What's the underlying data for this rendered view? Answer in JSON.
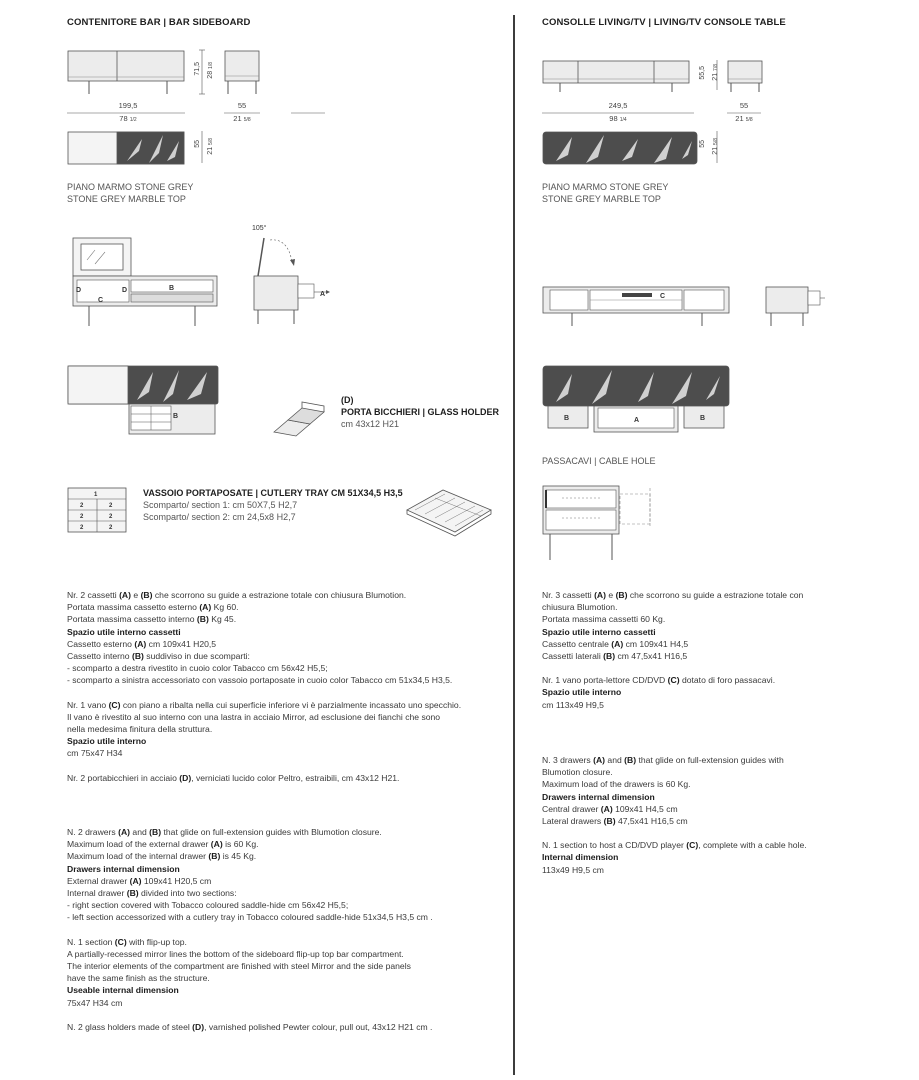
{
  "left": {
    "title": "CONTENITORE BAR | BAR SIDEBOARD",
    "dims": {
      "width_cm": "199,5",
      "width_in": "78",
      "width_in_frac": "1/2",
      "depth_cm": "55",
      "depth_in": "21",
      "depth_in_frac": "5/8",
      "height_cm": "71,5",
      "height_in": "28",
      "height_in_frac": "1/8",
      "top_depth_cm": "55",
      "top_depth_in": "21",
      "top_depth_in_frac": "5/8"
    },
    "marble_caption": [
      "PIANO MARMO STONE GREY",
      "STONE GREY MARBLE TOP"
    ],
    "angle": "105°",
    "labels": {
      "a": "A",
      "b": "B",
      "c": "C",
      "d": "D"
    },
    "glass_holder": {
      "code": "(D)",
      "title": "PORTA BICCHIERI | GLASS HOLDER",
      "size": "cm 43x12 H21"
    },
    "tray": {
      "title": "VASSOIO PORTAPOSATE | CUTLERY TRAY CM 51X34,5 H3,5",
      "line1": "Scomparto/ section 1: cm 50X7,5 H2,7",
      "line2": "Scomparto/ section 2: cm 24,5x8 H2,7",
      "grid_top": "1",
      "grid_cell": "2"
    },
    "it": {
      "p1a": "Nr. 2 cassetti ",
      "p1a_c1": "(A)",
      "p1a_mid": " e ",
      "p1a_c2": "(B)",
      "p1a_end": " che scorrono su guide a estrazione totale con chiusura Blumotion.",
      "p1b": "Portata massima cassetto esterno ",
      "p1b_c": "(A)",
      "p1b_end": " Kg 60.",
      "p1c": "Portata massima cassetto interno ",
      "p1c_c": "(B)",
      "p1c_end": " Kg 45.",
      "p1d": "Spazio utile interno cassetti",
      "p1e": "Cassetto esterno ",
      "p1e_c": "(A)",
      "p1e_end": " cm 109x41 H20,5",
      "p1f": "Cassetto interno ",
      "p1f_c": "(B)",
      "p1f_end": " suddiviso in due scomparti:",
      "p1g": "- scomparto a destra rivestito in cuoio color Tabacco cm 56x42 H5,5;",
      "p1h": "- scomparto a sinistra accessoriato con vassoio portaposate in cuoio color Tabacco cm 51x34,5 H3,5.",
      "p2a": "Nr. 1 vano ",
      "p2a_c": "(C)",
      "p2a_end": " con piano a ribalta nella cui superficie inferiore vi è parzialmente incassato uno specchio.",
      "p2b": "Il vano è rivestito al suo interno con una lastra in acciaio Mirror, ad esclusione dei fianchi che sono",
      "p2c": "nella medesima finitura della struttura.",
      "p2d": "Spazio utile interno",
      "p2e": "cm 75x47 H34",
      "p3a": "Nr. 2 portabicchieri in acciaio ",
      "p3a_c": "(D)",
      "p3a_end": ", verniciati lucido color Peltro, estraibili, cm 43x12 H21."
    },
    "en": {
      "p1a": "N. 2 drawers ",
      "p1a_c1": "(A)",
      "p1a_mid": " and ",
      "p1a_c2": "(B)",
      "p1a_end": " that glide on full-extension guides with Blumotion closure.",
      "p1b": "Maximum load of the external drawer ",
      "p1b_c": "(A)",
      "p1b_end": " is 60 Kg.",
      "p1c": "Maximum load of the internal drawer ",
      "p1c_c": "(B)",
      "p1c_end": " is 45 Kg.",
      "p1d": "Drawers internal dimension",
      "p1e": "External drawer ",
      "p1e_c": "(A)",
      "p1e_end": " 109x41 H20,5 cm",
      "p1f": "Internal drawer ",
      "p1f_c": "(B)",
      "p1f_end": " divided into two sections:",
      "p1g": "- right section covered with Tobacco coloured saddle-hide cm 56x42 H5,5;",
      "p1h": "- left section accessorized with a cutlery tray in Tobacco coloured saddle-hide 51x34,5 H3,5 cm .",
      "p2a": "N. 1 section ",
      "p2a_c": "(C)",
      "p2a_end": " with flip-up top.",
      "p2b": "A partially-recessed mirror lines the bottom of the sideboard flip-up top bar compartment.",
      "p2c": "The interior elements of the compartment are finished with steel Mirror and the side panels",
      "p2d": "have the same finish as the structure.",
      "p2e": "Useable internal dimension",
      "p2f": "75x47 H34 cm",
      "p3a": "N. 2 glass holders made of steel ",
      "p3a_c": "(D)",
      "p3a_end": ", varnished polished Pewter colour, pull out, 43x12 H21 cm ."
    }
  },
  "right": {
    "title": "CONSOLLE LIVING/TV | LIVING/TV CONSOLE TABLE",
    "dims": {
      "width_cm": "249,5",
      "width_in": "98",
      "width_in_frac": "1/4",
      "depth_cm": "55",
      "depth_in": "21",
      "depth_in_frac": "5/8",
      "height_cm": "55,5",
      "height_in": "21",
      "height_in_frac": "7/8",
      "top_depth_cm": "55",
      "top_depth_in": "21",
      "top_depth_in_frac": "5/8"
    },
    "marble_caption": [
      "PIANO MARMO STONE GREY",
      "STONE GREY MARBLE TOP"
    ],
    "labels": {
      "a": "A",
      "b": "B",
      "c": "C"
    },
    "cable_caption": "PASSACAVI | CABLE HOLE",
    "it": {
      "p1a": "Nr. 3 cassetti ",
      "p1a_c1": "(A)",
      "p1a_mid": " e ",
      "p1a_c2": "(B)",
      "p1a_end": " che scorrono su guide a estrazione totale con",
      "p1b": "chiusura Blumotion.",
      "p1c": "Portata massima cassetti 60 Kg.",
      "p1d": "Spazio utile interno cassetti",
      "p1e": "Cassetto centrale ",
      "p1e_c": "(A)",
      "p1e_end": " cm 109x41 H4,5",
      "p1f": "Cassetti laterali ",
      "p1f_c": "(B)",
      "p1f_end": " cm 47,5x41 H16,5",
      "p2a": "Nr. 1 vano porta-lettore CD/DVD ",
      "p2a_c": "(C)",
      "p2a_end": " dotato di foro passacavi.",
      "p2b": "Spazio utile interno",
      "p2c": "cm 113x49 H9,5"
    },
    "en": {
      "p1a": "N. 3 drawers ",
      "p1a_c1": "(A)",
      "p1a_mid": " and ",
      "p1a_c2": "(B)",
      "p1a_end": " that glide on full-extension guides with",
      "p1b": "Blumotion closure.",
      "p1c": "Maximum load of the drawers is 60 Kg.",
      "p1d": "Drawers internal dimension",
      "p1e": "Central drawer ",
      "p1e_c": "(A)",
      "p1e_end": " 109x41 H4,5 cm",
      "p1f": "Lateral drawers ",
      "p1f_c": "(B)",
      "p1f_end": " 47,5x41 H16,5 cm",
      "p2a": "N. 1 section to host a CD/DVD player ",
      "p2a_c": "(C)",
      "p2a_end": ", complete with a cable hole.",
      "p2b": "Internal dimension",
      "p2c": "113x49 H9,5 cm"
    }
  },
  "colors": {
    "marble": "#4d4d4d",
    "line": "#555555",
    "panel": "#ececec",
    "separator": "#3c3c3c"
  }
}
